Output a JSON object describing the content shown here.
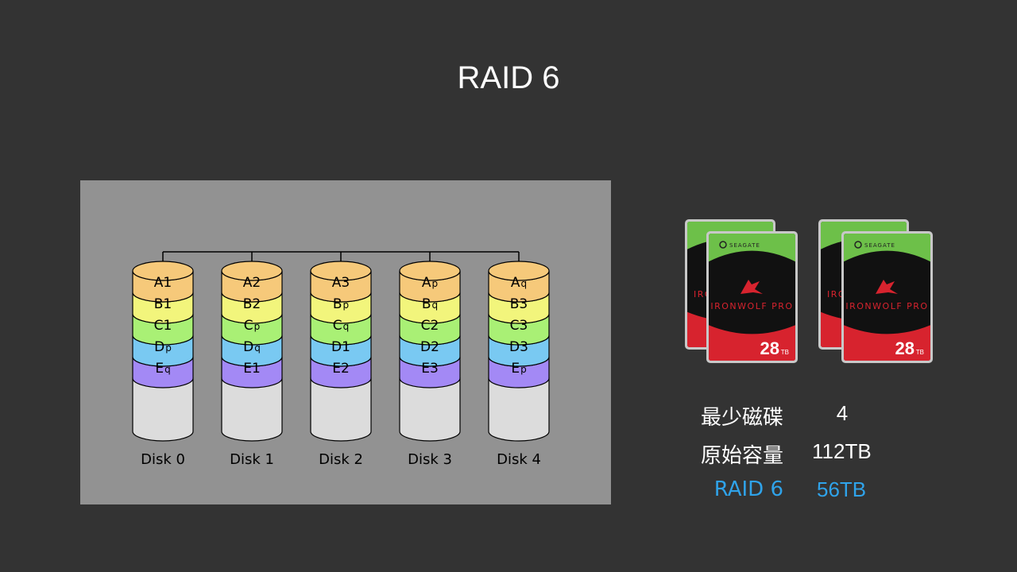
{
  "title": "RAID 6",
  "diagram": {
    "disks": [
      {
        "label": "Disk 0",
        "blocks": [
          {
            "main": "A1",
            "sub": ""
          },
          {
            "main": "B1",
            "sub": ""
          },
          {
            "main": "C1",
            "sub": ""
          },
          {
            "main": "D",
            "sub": "p"
          },
          {
            "main": "E",
            "sub": "q"
          }
        ]
      },
      {
        "label": "Disk 1",
        "blocks": [
          {
            "main": "A2",
            "sub": ""
          },
          {
            "main": "B2",
            "sub": ""
          },
          {
            "main": "C",
            "sub": "p"
          },
          {
            "main": "D",
            "sub": "q"
          },
          {
            "main": "E1",
            "sub": ""
          }
        ]
      },
      {
        "label": "Disk 2",
        "blocks": [
          {
            "main": "A3",
            "sub": ""
          },
          {
            "main": "B",
            "sub": "p"
          },
          {
            "main": "C",
            "sub": "q"
          },
          {
            "main": "D1",
            "sub": ""
          },
          {
            "main": "E2",
            "sub": ""
          }
        ]
      },
      {
        "label": "Disk 3",
        "blocks": [
          {
            "main": "A",
            "sub": "p"
          },
          {
            "main": "B",
            "sub": "q"
          },
          {
            "main": "C2",
            "sub": ""
          },
          {
            "main": "D2",
            "sub": ""
          },
          {
            "main": "E3",
            "sub": ""
          }
        ]
      },
      {
        "label": "Disk 4",
        "blocks": [
          {
            "main": "A",
            "sub": "q"
          },
          {
            "main": "B3",
            "sub": ""
          },
          {
            "main": "C3",
            "sub": ""
          },
          {
            "main": "D3",
            "sub": ""
          },
          {
            "main": "E",
            "sub": "p"
          }
        ]
      }
    ],
    "stripe_colors": [
      "#f6c97a",
      "#f2f57c",
      "#a9f075",
      "#79c9f2",
      "#a389f5"
    ],
    "empty_color": "#dcdcdc"
  },
  "drives": {
    "brand": "SEAGATE",
    "model": "IRONWOLF PRO",
    "capacity": "28",
    "unit": "TB",
    "colors": {
      "top": "#6dc049",
      "middle": "#111111",
      "bottom": "#d7232e",
      "frame": "#c8c8c8"
    }
  },
  "stats": {
    "min_disks": {
      "label": "最少磁碟",
      "value": "4"
    },
    "raw_capacity": {
      "label": "原始容量",
      "value": "112TB"
    },
    "raid": {
      "label": "RAID 6",
      "value": "56TB"
    },
    "accent_color": "#2fa3ea"
  }
}
